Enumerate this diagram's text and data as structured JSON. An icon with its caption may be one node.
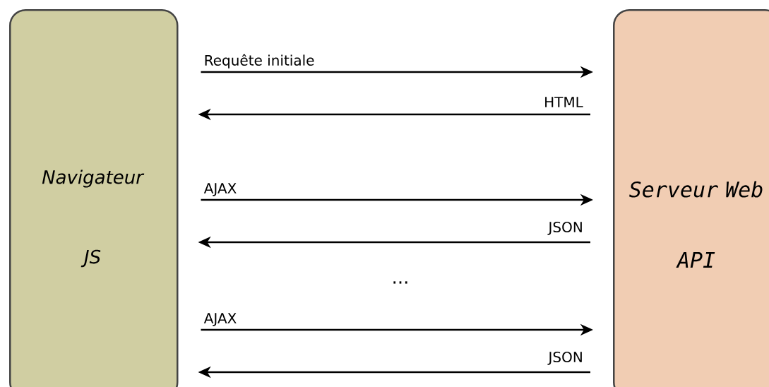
{
  "diagram": {
    "nodes": [
      {
        "text": [
          "Navigateur",
          "JS"
        ]
      },
      {
        "text": [
          "Serveur Web",
          "API"
        ]
      }
    ],
    "edges": [
      {
        "from": 0,
        "to": 1,
        "arrow": "to",
        "label": "Requête initiale"
      },
      {
        "from": 1,
        "to": 0,
        "arrow": "to",
        "label": "HTML"
      },
      {
        "from": 0,
        "to": 1,
        "arrow": "to",
        "label": "AJAX"
      },
      {
        "from": 1,
        "to": 0,
        "arrow": "to",
        "label": "JSON"
      },
      {
        "from": 0,
        "to": 1,
        "arrow": "to",
        "label": "AJAX"
      },
      {
        "from": 1,
        "to": 0,
        "arrow": "to",
        "label": "JSON"
      }
    ],
    "labels": [
      "..."
    ]
  }
}
